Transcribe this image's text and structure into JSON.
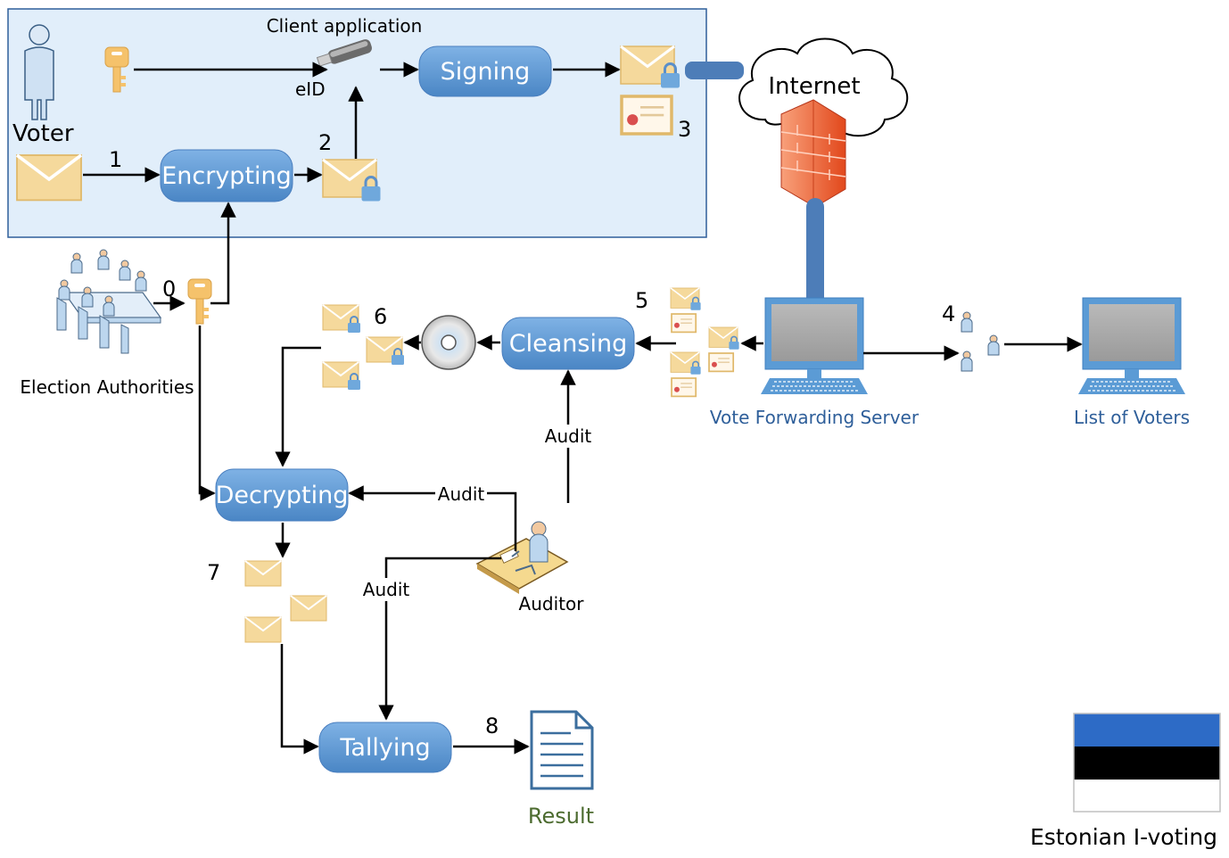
{
  "client_box": {
    "title": "Client application"
  },
  "labels": {
    "voter": "Voter",
    "eid": "eID",
    "internet": "Internet",
    "election_authorities": "Election Authorities",
    "vote_forwarding_server": "Vote Forwarding Server",
    "list_of_voters": "List of Voters",
    "auditor": "Auditor",
    "result": "Result",
    "caption": "Estonian I-voting"
  },
  "processes": {
    "encrypting": "Encrypting",
    "signing": "Signing",
    "cleansing": "Cleansing",
    "decrypting": "Decrypting",
    "tallying": "Tallying"
  },
  "steps": {
    "s0": "0",
    "s1": "1",
    "s2": "2",
    "s3": "3",
    "s4": "4",
    "s5": "5",
    "s6": "6",
    "s7": "7",
    "s8": "8"
  },
  "edge_labels": {
    "audit_cleansing": "Audit",
    "audit_decrypting": "Audit",
    "audit_tallying": "Audit"
  },
  "icons": [
    "person-icon",
    "key-icon",
    "usb-token-icon",
    "envelope-icon",
    "locked-envelope-icon",
    "certificate-icon",
    "cloud-icon",
    "firewall-icon",
    "server-monitor-icon",
    "meeting-group-icon",
    "cd-disc-icon",
    "auditor-desk-icon",
    "document-icon",
    "estonia-flag-icon"
  ],
  "colors": {
    "client_fill": "#e1eefa",
    "client_border": "#2f5f9a",
    "pill": "#5b9bd5",
    "envelope": "#f5d99c",
    "lock": "#6fa8dc",
    "flag_blue": "#2d6bc6",
    "flag_black": "#000000",
    "flag_white": "#ffffff",
    "firewall": "#f26b3a"
  }
}
